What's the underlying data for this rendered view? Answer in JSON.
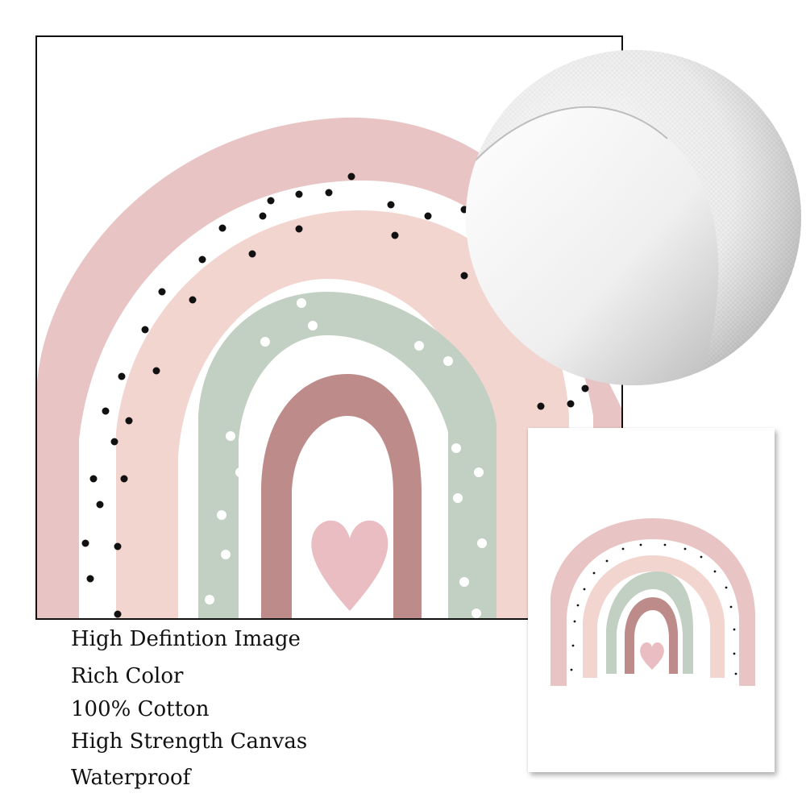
{
  "colors": {
    "outer_pink": "#e8c4c4",
    "light_pink": "#f3d5d0",
    "sage_green": "#c2d0c3",
    "dusty_rose": "#bd8b8a",
    "heart_pink": "#e9bdc2",
    "dots_dark": "#111111"
  },
  "features": [
    "High Defintion Image",
    "Rich Color",
    "100% Cotton",
    "High Strength Canvas",
    "Waterproof"
  ]
}
